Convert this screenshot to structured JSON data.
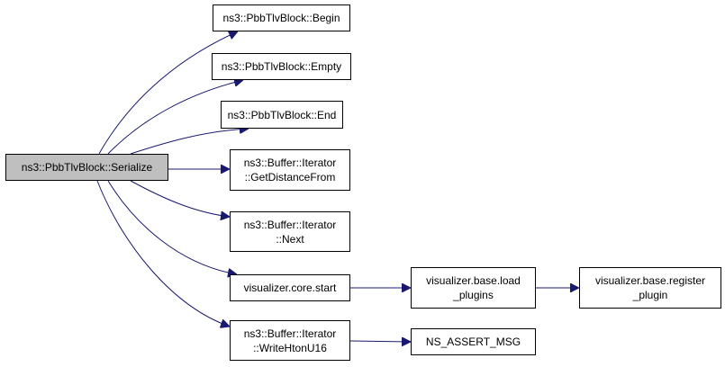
{
  "colors": {
    "edge": "#191970",
    "root_fill": "#bfbfbf",
    "node_fill": "#ffffff",
    "border": "#000000"
  },
  "nodes": {
    "serialize": {
      "lines": [
        "ns3::PbbTlvBlock::Serialize"
      ]
    },
    "begin": {
      "lines": [
        "ns3::PbbTlvBlock::Begin"
      ]
    },
    "empty": {
      "lines": [
        "ns3::PbbTlvBlock::Empty"
      ]
    },
    "end": {
      "lines": [
        "ns3::PbbTlvBlock::End"
      ]
    },
    "get_distance_from": {
      "lines": [
        "ns3::Buffer::Iterator",
        "::GetDistanceFrom"
      ]
    },
    "next": {
      "lines": [
        "ns3::Buffer::Iterator",
        "::Next"
      ]
    },
    "core_start": {
      "lines": [
        "visualizer.core.start"
      ]
    },
    "write_hton_u16": {
      "lines": [
        "ns3::Buffer::Iterator",
        "::WriteHtonU16"
      ]
    },
    "load_plugins": {
      "lines": [
        "visualizer.base.load",
        "_plugins"
      ]
    },
    "register_plugin": {
      "lines": [
        "visualizer.base.register",
        "_plugin"
      ]
    },
    "ns_assert_msg": {
      "lines": [
        "NS_ASSERT_MSG"
      ]
    }
  },
  "edges": [
    [
      "serialize",
      "begin"
    ],
    [
      "serialize",
      "empty"
    ],
    [
      "serialize",
      "end"
    ],
    [
      "serialize",
      "get_distance_from"
    ],
    [
      "serialize",
      "next"
    ],
    [
      "serialize",
      "core_start"
    ],
    [
      "serialize",
      "write_hton_u16"
    ],
    [
      "core_start",
      "load_plugins"
    ],
    [
      "load_plugins",
      "register_plugin"
    ],
    [
      "write_hton_u16",
      "ns_assert_msg"
    ]
  ]
}
